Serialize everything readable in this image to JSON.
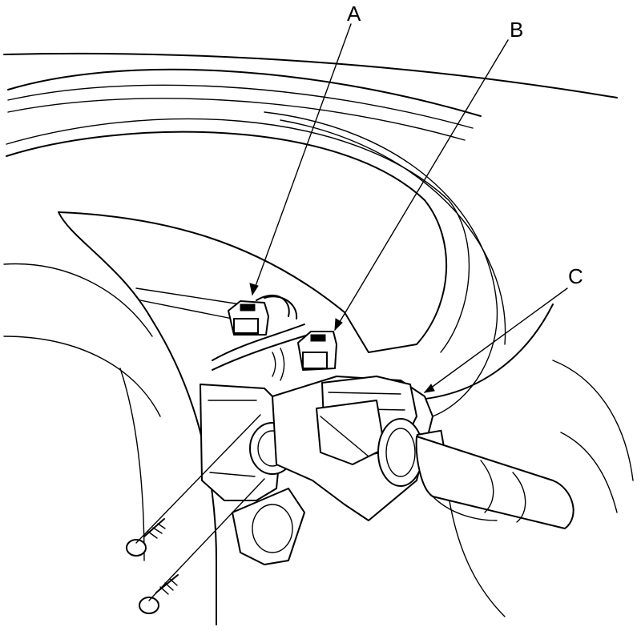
{
  "diagram": {
    "callouts": [
      {
        "id": "A",
        "label": "A"
      },
      {
        "id": "B",
        "label": "B"
      },
      {
        "id": "C",
        "label": "C"
      }
    ]
  },
  "colors": {
    "line": "#000000",
    "background": "#ffffff"
  }
}
